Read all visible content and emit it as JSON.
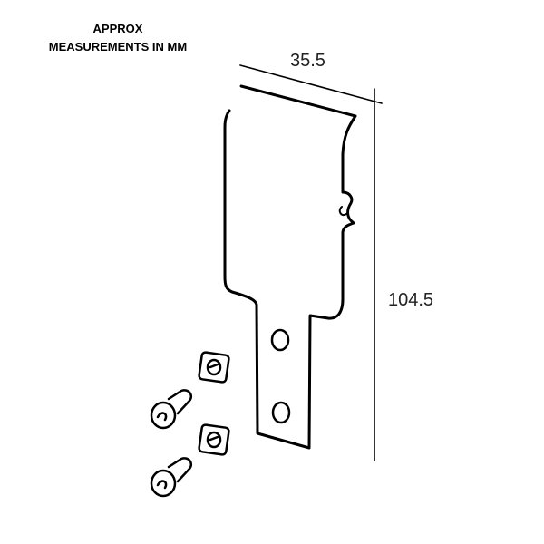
{
  "title": {
    "line1": "APPROX",
    "line2": "MEASUREMENTS IN MM"
  },
  "dimensions": {
    "width": "35.5",
    "height": "104.5"
  },
  "colors": {
    "ink": "#000000",
    "background": "#ffffff"
  }
}
